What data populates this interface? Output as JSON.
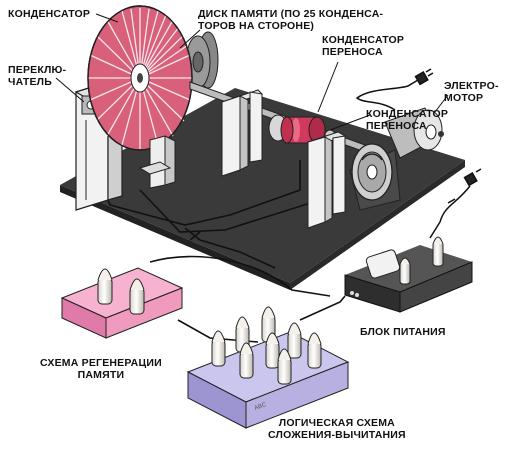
{
  "labels": {
    "capacitor": "КОНДЕНСАТОР",
    "memory_disk": [
      "ДИСК ПАМЯТИ (ПО 25 КОНДЕНСА-",
      "ТОРОВ НА СТОРОНЕ)"
    ],
    "switch": [
      "ПЕРЕКЛЮ-",
      "ЧАТЕЛЬ"
    ],
    "transfer_capacitor": [
      "КОНДЕНСАТОР",
      "ПЕРЕНОСА"
    ],
    "electric_motor": [
      "ЭЛЕКТРО-",
      "МОТОР"
    ],
    "power_unit": "БЛОК ПИТАНИЯ",
    "memory_regen": [
      "СХЕМА РЕГЕНЕРАЦИИ",
      "ПАМЯТИ"
    ],
    "logic_circuit": [
      "ЛОГИЧЕСКАЯ СХЕМА",
      "СЛОЖЕНИЯ-ВЫЧИТАНИЯ"
    ]
  },
  "colors": {
    "board": "#3a3a3a",
    "disk": "#d9607a",
    "transfer_capacitor": "#d13a5c",
    "regen_box": "#f09ac0",
    "logic_box": "#b7b0e0",
    "power_box": "#3a3a3a",
    "tube": "#f4f1ea"
  }
}
